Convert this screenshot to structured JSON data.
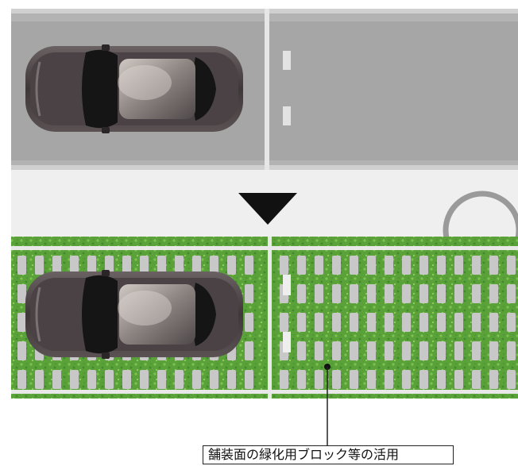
{
  "diagram": {
    "callout_label": "舗装面の緑化用ブロック等の活用"
  },
  "colors": {
    "asphalt": "#a6a6a6",
    "stripe": "#d9d9d9",
    "gap_band": "#efefef",
    "grass": "#5aa13a",
    "paver": "#c8c8c8",
    "arrow": "#111111",
    "circle": "#9a9a9a",
    "car_body": "#4a4244",
    "car_glass": "#151515"
  },
  "icons": {
    "transition": "down-triangle-arrow",
    "vehicle": "car-top-view",
    "highlight": "circle-marker"
  }
}
